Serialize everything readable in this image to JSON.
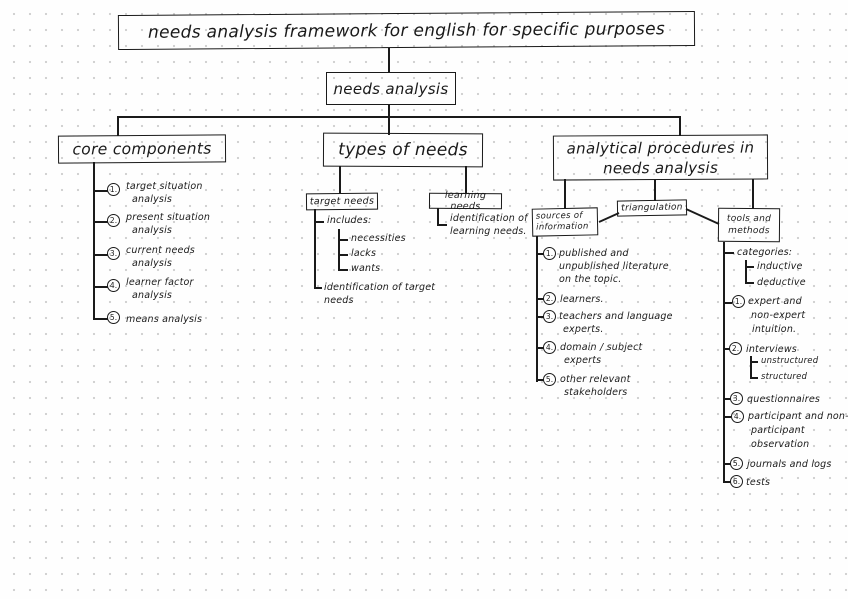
{
  "meta": {
    "ink_color": "#1a1a1a",
    "dot_color": "#cfcfcf",
    "title": "needs analysis framework for english for specific purposes",
    "root_label": "needs analysis"
  },
  "core": {
    "label": "core components",
    "items": [
      {
        "num": "1.",
        "line1": "target situation",
        "line2": "analysis"
      },
      {
        "num": "2.",
        "line1": "present situation",
        "line2": "analysis"
      },
      {
        "num": "3.",
        "line1": "current needs",
        "line2": "analysis"
      },
      {
        "num": "4.",
        "line1": "learner factor",
        "line2": "analysis"
      },
      {
        "num": "5.",
        "line1": "means analysis",
        "line2": ""
      }
    ]
  },
  "types": {
    "label": "types of needs",
    "target": {
      "label": "target needs",
      "includes_label": "includes:",
      "includes": [
        "necessities",
        "lacks",
        "wants"
      ],
      "note_line1": "identification of target",
      "note_line2": "needs"
    },
    "learning": {
      "label": "learning needs",
      "note_line1": "identification of",
      "note_line2": "learning needs."
    }
  },
  "anal": {
    "label_line1": "analytical procedures in",
    "label_line2": "needs analysis",
    "triangulation_label": "triangulation",
    "sources": {
      "label_line1": "sources of",
      "label_line2": "information",
      "items": [
        {
          "num": "1.",
          "lines": [
            "published and",
            "unpublished literature",
            "on the topic."
          ]
        },
        {
          "num": "2.",
          "lines": [
            "learners.",
            "",
            ""
          ]
        },
        {
          "num": "3.",
          "lines": [
            "teachers and language",
            "experts.",
            ""
          ]
        },
        {
          "num": "4.",
          "lines": [
            "domain / subject",
            "experts",
            ""
          ]
        },
        {
          "num": "5.",
          "lines": [
            "other relevant",
            "stakeholders",
            ""
          ]
        }
      ]
    },
    "tools": {
      "label_line1": "tools and",
      "label_line2": "methods",
      "categories_label": "categories:",
      "categories": [
        "inductive",
        "deductive"
      ],
      "interview_types": [
        "unstructured",
        "structured"
      ],
      "items": [
        {
          "num": "1.",
          "lines": [
            "expert and",
            "non-expert",
            "intuition."
          ]
        },
        {
          "num": "2.",
          "lines": [
            "interviews",
            "",
            ""
          ]
        },
        {
          "num": "3.",
          "lines": [
            "questionnaires",
            "",
            ""
          ]
        },
        {
          "num": "4.",
          "lines": [
            "participant and non-",
            "participant",
            "observation"
          ]
        },
        {
          "num": "5.",
          "lines": [
            "journals and logs",
            "",
            ""
          ]
        },
        {
          "num": "6.",
          "lines": [
            "tests",
            "",
            ""
          ]
        }
      ]
    }
  }
}
